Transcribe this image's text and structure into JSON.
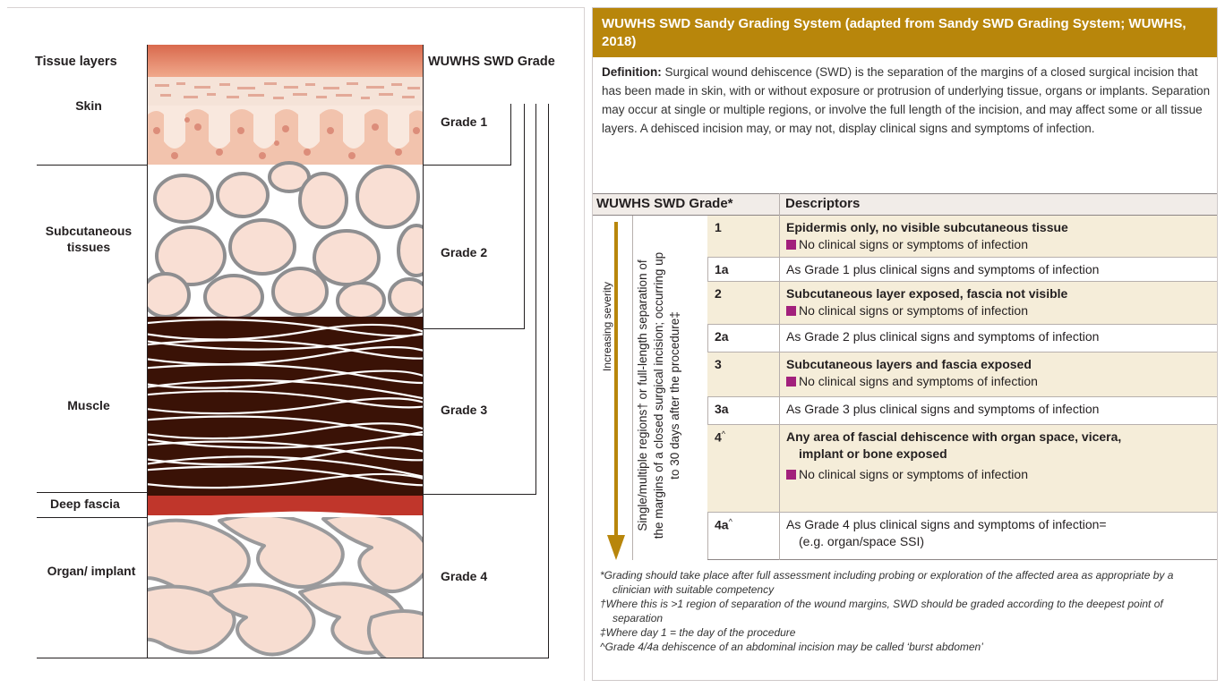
{
  "figure": {
    "col_headers": {
      "layers": "Tissue layers",
      "grade": "WUWHS SWD Grade"
    },
    "layers": [
      {
        "id": "skin",
        "label": "Skin"
      },
      {
        "id": "subcutaneous",
        "label": "Subcutaneous tissues"
      },
      {
        "id": "muscle",
        "label": "Muscle"
      },
      {
        "id": "deep-fascia",
        "label": "Deep fascia"
      },
      {
        "id": "organ",
        "label": "Organ/ implant"
      }
    ],
    "grades": [
      "Grade 1",
      "Grade 2",
      "Grade 3",
      "Grade 4"
    ],
    "colors": {
      "surface": "#e17f62",
      "dermis": "#f4cdb8",
      "skin_dots": "#dc8d7a",
      "fat_fill": "#f9dfd4",
      "fat_outline": "#8e8e90",
      "muscle": "#3a1206",
      "fascia": "#c0362b",
      "organ_fill": "#f7ddd1",
      "organ_outline": "#9a9a9c"
    }
  },
  "table_panel": {
    "title": "WUWHS SWD Sandy Grading System (adapted from Sandy SWD Grading System; WUWHS, 2018)",
    "definition_label": "Definition:",
    "definition_text": "Surgical wound dehiscence (SWD) is the separation of the margins of a closed surgical incision that has been made in skin, with or without exposure or protrusion of underlying tissue, organs or implants. Separation may occur at single or multiple regions, or involve the full length of the incision, and may affect some or all tissue layers. A dehisced incision may, or may not, display clinical signs and symptoms of infection.",
    "header_grade": "WUWHS SWD Grade*",
    "header_desc": "Descriptors",
    "severity_label": "Increasing severity",
    "region_text_1": "Single/multiple regions† or full-length separation of",
    "region_text_2": "the margins of a closed surgical incision; occurring up",
    "region_text_3": "to 30 days after the procedure‡",
    "rows": [
      {
        "code": "1",
        "sup": "",
        "title": "Epidermis only, no visible subcutaneous tissue",
        "note": "No clinical signs or symptoms of infection",
        "shaded": true
      },
      {
        "code": "1a",
        "sup": "",
        "text": "As Grade 1 plus clinical signs and symptoms of infection",
        "shaded": false
      },
      {
        "code": "2",
        "sup": "",
        "title": "Subcutaneous layer exposed, fascia not visible",
        "note": "No clinical signs or symptoms of infection",
        "shaded": true
      },
      {
        "code": "2a",
        "sup": "",
        "text": "As Grade 2 plus clinical signs and symptoms of infection",
        "shaded": false
      },
      {
        "code": "3",
        "sup": "",
        "title": "Subcutaneous layers and fascia exposed",
        "note": "No clinical signs and symptoms of infection",
        "shaded": true
      },
      {
        "code": "3a",
        "sup": "",
        "text": "As Grade 3 plus clinical signs and symptoms of infection",
        "shaded": false
      },
      {
        "code": "4",
        "sup": "^",
        "title_1": "Any area of fascial dehiscence with organ space, vicera,",
        "title_2": "implant or bone exposed",
        "note": "No clinical signs or symptoms of infection",
        "shaded": true
      },
      {
        "code": "4a",
        "sup": "^",
        "text_1": "As Grade 4 plus clinical signs and symptoms of infection=",
        "text_2": "(e.g. organ/space SSI)",
        "shaded": false
      }
    ],
    "footnotes": [
      "*Grading should take place after full assessment including probing or exploration of the affected area as appropriate by a clinician with suitable competency",
      "†Where this is >1 region of separation of the wound margins, SWD should be graded according to the deepest point of separation",
      "‡Where day 1 = the day of the procedure",
      "^Grade 4/4a dehiscence of an abdominal incision may be called ‘burst abdomen’"
    ],
    "colors": {
      "title_bar": "#b8860b",
      "shaded_row": "#f5edd9",
      "arrow": "#b8860b",
      "marker": "#a2207c"
    }
  }
}
